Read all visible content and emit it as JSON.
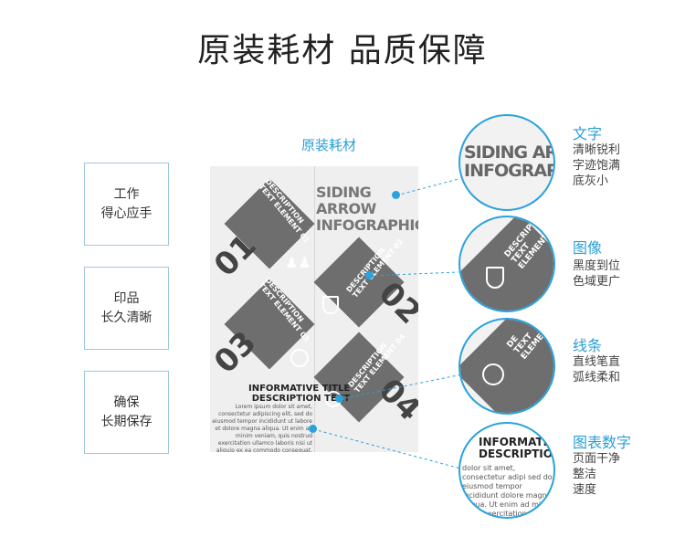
{
  "title": "原装耗材 品质保障",
  "poster_title": "原装耗材",
  "features": [
    {
      "lines": [
        "工作",
        "得心应手"
      ]
    },
    {
      "lines": [
        "印品",
        "长久清晰"
      ]
    },
    {
      "lines": [
        "确保",
        "长期保存"
      ]
    }
  ],
  "poster": {
    "heading_line1": "SIDING ARROW",
    "heading_line2": "INFOGRAPHIC",
    "elements": [
      {
        "number": "01",
        "line1": "DESCRIPTION",
        "line2": "TEXT ELEMENT 01"
      },
      {
        "number": "02",
        "line1": "DESCRIPTION",
        "line2": "TEXT ELEMENT 02"
      },
      {
        "number": "03",
        "line1": "DESCRIPTION",
        "line2": "TEXT ELEMENT 03"
      },
      {
        "number": "04",
        "line1": "DESCRIPTION",
        "line2": "TEXT ELEMENT 04"
      }
    ],
    "info_title_line1": "INFORMATIVE TITLE",
    "info_title_line2": "DESCRIPTION TEXT",
    "lorem": "Lorem ipsum dolor sit amet, consectetur adipiscing elit, sed do eiusmod tempor incididunt ut labore et dolore magna aliqua. Ut enim ad minim veniam, quis nostrud exercitation ullamco laboris nisi ut aliquip ex ea commodo consequat."
  },
  "zooms": [
    {
      "title": "文字",
      "desc": [
        "清晰锐利",
        "字迹饱满",
        "底灰小"
      ],
      "zoom_line1": "SIDING ARROW",
      "zoom_line2": "INFOGRAPHIC"
    },
    {
      "title": "图像",
      "desc": [
        "黑度到位",
        "色域更广"
      ],
      "zoom_line1": "DESCRIPTION",
      "zoom_line2": "TEXT ELEMENT"
    },
    {
      "title": "线条",
      "desc": [
        "直线笔直",
        "弧线柔和"
      ],
      "zoom_line1": "DE",
      "zoom_line2": "TEXT ELEMENT"
    },
    {
      "title": "图表数字",
      "desc": [
        "页面干净",
        "整洁",
        "速度"
      ],
      "zoom_line1": "INFORMATIVE TITLE",
      "zoom_line2": "DESCRIPTION TEXT",
      "zoom_lorem": "dolor sit amet, consectetur adipi sed do eiusmod tempor incididunt dolore magna aliqua. Ut enim ad min strud exercitation ullamco labori nisi ut aliquip ex ea commodo con"
    }
  ],
  "colors": {
    "accent": "#2aa3dc",
    "box_border": "#9cc7e0",
    "panel": "#6e6e6e"
  },
  "icons": [
    "people-icon",
    "shield-icon",
    "target-icon",
    "clock-icon"
  ]
}
